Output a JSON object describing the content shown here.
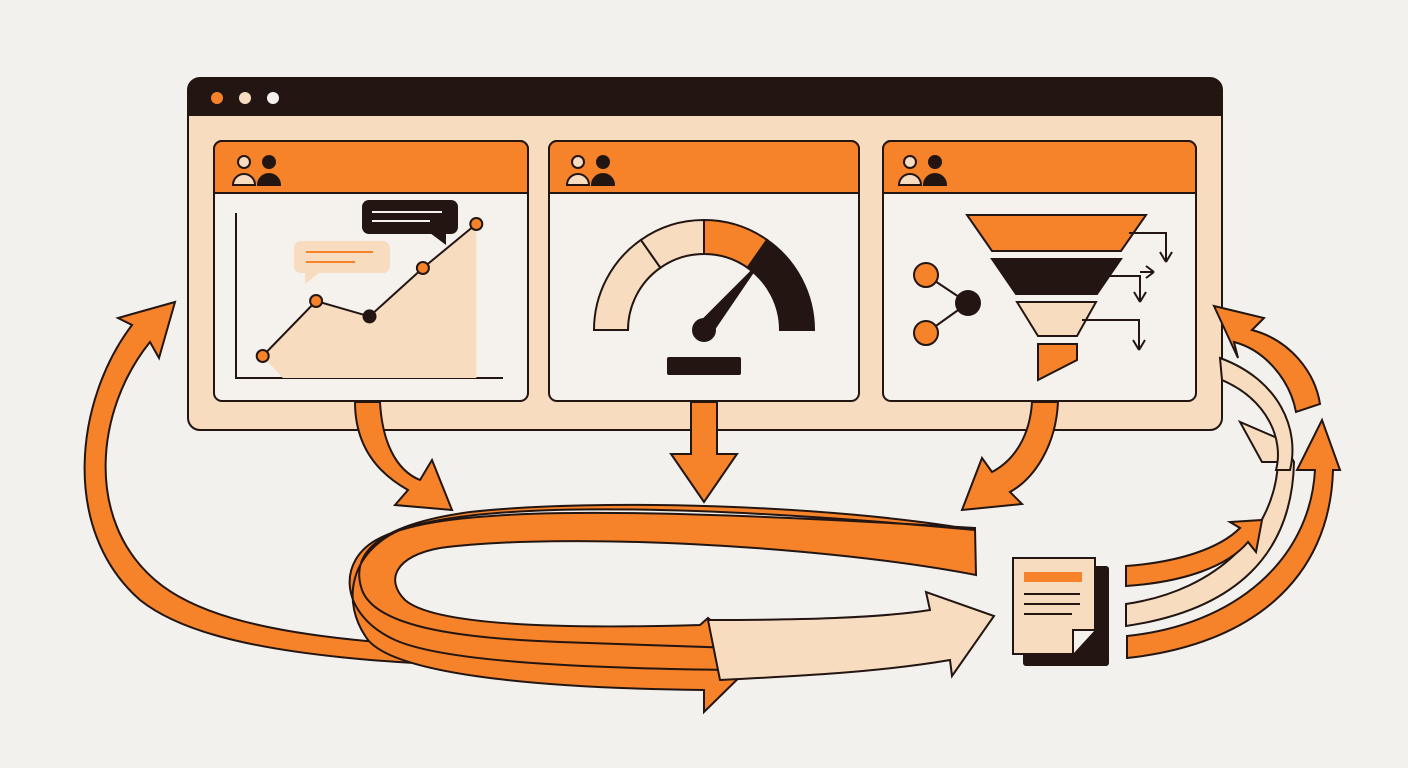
{
  "colors": {
    "background": "#f3f1ee",
    "orange": "#f6822a",
    "dark": "#231612",
    "peach": "#f8dcc0",
    "light": "#f5f2ee"
  },
  "window": {
    "traffic_lights": [
      "dot-orange",
      "dot-peach",
      "dot-light"
    ]
  },
  "panels": [
    {
      "header_icon": "users-icon",
      "content": "line-chart-with-speech-bubbles"
    },
    {
      "header_icon": "users-icon",
      "content": "gauge-meter"
    },
    {
      "header_icon": "users-icon",
      "content": "funnel-with-network-nodes"
    }
  ],
  "chart_data": {
    "type": "line",
    "x": [
      1,
      2,
      3,
      4,
      5
    ],
    "series": [
      {
        "values": [
          1,
          3.5,
          2.8,
          5,
          7
        ]
      }
    ],
    "xlim": [
      0.5,
      5.5
    ],
    "ylim": [
      0,
      7.5
    ],
    "title": "",
    "xlabel": "",
    "ylabel": "",
    "grid": false
  },
  "gauge": {
    "level": 0.72
  },
  "flow": {
    "icons": [
      "document-icon"
    ],
    "arrows": [
      "down-arrow",
      "loop-arrow",
      "return-arrow",
      "feedback-arrow"
    ]
  }
}
